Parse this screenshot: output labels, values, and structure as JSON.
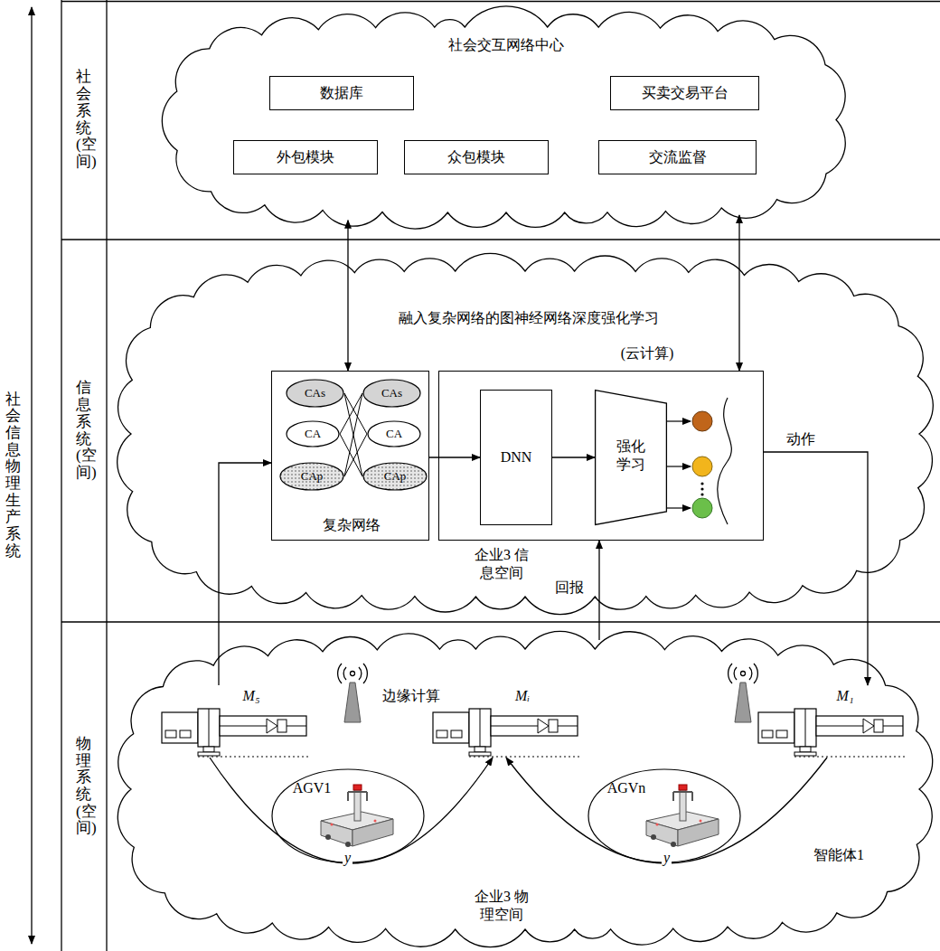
{
  "diagram": {
    "nodes": [
      {
        "text": [
          "社会系统(空间)"
        ]
      },
      {
        "text": [
          "社会交互网络中心"
        ],
        "in": 0
      },
      {
        "text": [
          "数据库"
        ],
        "in": 1
      },
      {
        "text": [
          "买卖交易平台"
        ],
        "in": 1
      },
      {
        "text": [
          "外包模块"
        ],
        "in": 1
      },
      {
        "text": [
          "众包模块"
        ],
        "in": 1
      },
      {
        "text": [
          "交流监督"
        ],
        "in": 1
      },
      {
        "text": [
          "信息系统(空间)"
        ]
      },
      {
        "text": [
          "融入复杂网络的图神经网络深度强化学习",
          "企业3 信息空间"
        ],
        "in": 7
      },
      {
        "text": [
          "复杂网络"
        ],
        "in": 8
      },
      {
        "text": [
          "CAs"
        ],
        "in": 9
      },
      {
        "text": [
          "CAs"
        ],
        "in": 9
      },
      {
        "text": [
          "CA"
        ],
        "in": 9
      },
      {
        "text": [
          "CA"
        ],
        "in": 9
      },
      {
        "text": [
          "CAp"
        ],
        "in": 9
      },
      {
        "text": [
          "CAp"
        ],
        "in": 9
      },
      {
        "text": [
          "(云计算)"
        ],
        "in": 8
      },
      {
        "text": [
          "DNN"
        ],
        "in": 16
      },
      {
        "text": [
          "强化 学习"
        ],
        "in": 16
      },
      {
        "text": [
          "物理系统(空间)"
        ]
      },
      {
        "text": [
          "边缘计算",
          "企业3 物理空间"
        ],
        "in": 19
      },
      {
        "text": [
          "M₅"
        ],
        "in": 20
      },
      {
        "text": [
          "Mᵢ"
        ],
        "in": 20
      },
      {
        "text": [
          "M₁"
        ],
        "in": 20
      },
      {
        "text": [
          "AGV1"
        ],
        "in": 20
      },
      {
        "text": [
          "AGVn"
        ],
        "in": 20
      }
    ],
    "edges": [
      {
        "from": 1,
        "to": 9,
        "arrow": "both"
      },
      {
        "from": 1,
        "to": 16,
        "arrow": "both"
      },
      {
        "from": 21,
        "to": 9,
        "arrow": "to"
      },
      {
        "from": 9,
        "to": 17,
        "arrow": "to"
      },
      {
        "from": 17,
        "to": 18,
        "arrow": "to"
      },
      {
        "from": 16,
        "to": 23,
        "label": "动作",
        "arrow": "to"
      },
      {
        "from": 20,
        "to": 16,
        "label": "回报",
        "arrow": "to"
      },
      {
        "from": 21,
        "to": 22,
        "arrow": "to"
      },
      {
        "from": 23,
        "to": 22,
        "arrow": "to"
      },
      {
        "from": 10,
        "to": 13,
        "arrow": "none"
      },
      {
        "from": 10,
        "to": 15,
        "arrow": "none"
      },
      {
        "from": 12,
        "to": 11,
        "arrow": "none"
      },
      {
        "from": 12,
        "to": 15,
        "arrow": "none"
      },
      {
        "from": 14,
        "to": 11,
        "arrow": "none"
      },
      {
        "from": 14,
        "to": 13,
        "arrow": "none"
      }
    ],
    "labels": [
      "社会信息物理生产系统",
      "y",
      "y",
      "智能体1"
    ]
  }
}
